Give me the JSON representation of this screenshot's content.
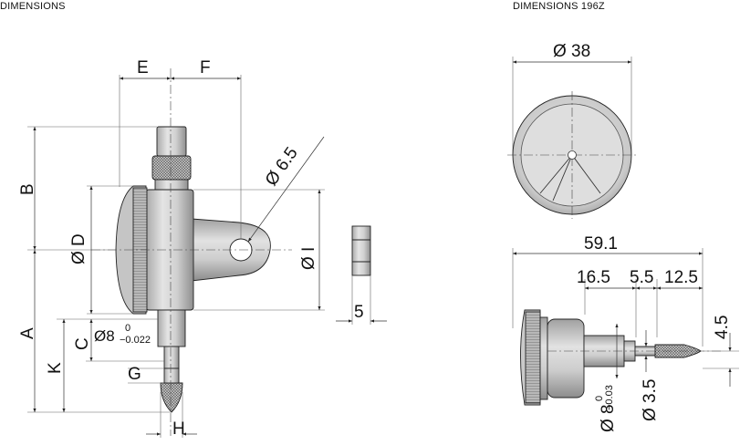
{
  "headers": {
    "left": "DIMENSIONS",
    "right": "DIMENSIONS 196Z"
  },
  "left_view": {
    "labels": {
      "E": "E",
      "F": "F",
      "B": "B",
      "D": "Ø D",
      "lug_hole": "Ø 6.5",
      "I": "Ø I",
      "A": "A",
      "C": "C",
      "K": "K",
      "stem": "Ø8",
      "stem_tol_upper": "0",
      "stem_tol_lower": "−0.022",
      "G": "G",
      "H": "H",
      "side_five": "5"
    }
  },
  "right_view": {
    "labels": {
      "dial_dia": "Ø 38",
      "overall": "59.1",
      "seg1": "16.5",
      "seg2": "5.5",
      "seg3": "12.5",
      "tip_dia": "4.5",
      "stem": "Ø 8",
      "stem_tol_upper": "0",
      "stem_tol_lower": "−0.03",
      "spindle_dia": "Ø 3.5"
    }
  },
  "colors": {
    "body_fill": "#cfcfcf",
    "body_dark": "#9a9a9a",
    "line": "#222222",
    "background": "#ffffff"
  }
}
